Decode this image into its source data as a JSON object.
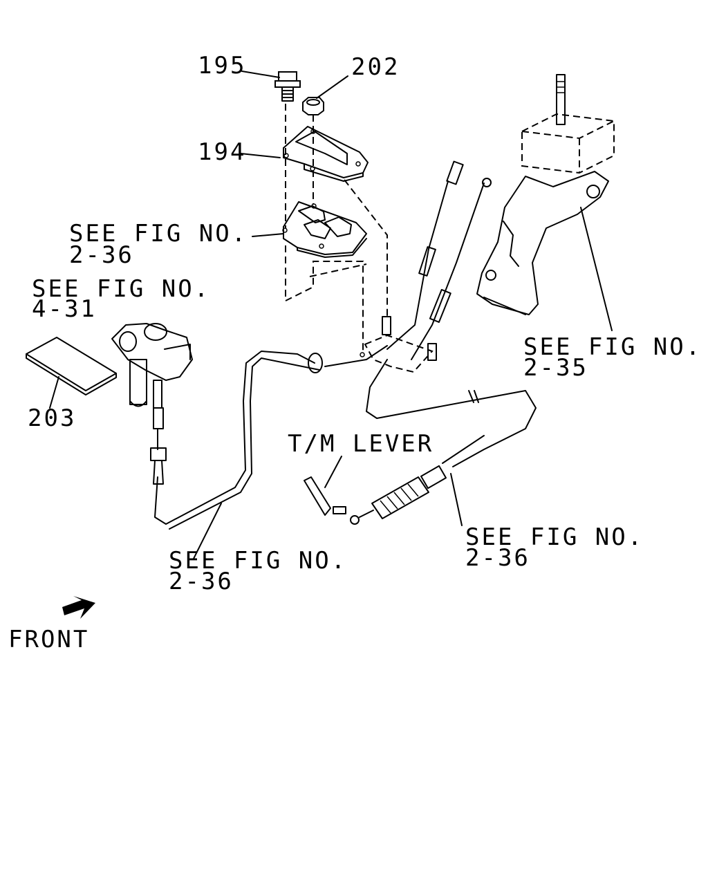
{
  "callouts": {
    "c195": "195",
    "c202": "202",
    "c194": "194",
    "c203": "203"
  },
  "references": {
    "ref_2_36_top": {
      "line1": "SEE FIG NO.",
      "line2": "2-36"
    },
    "ref_4_31": {
      "line1": "SEE FIG NO.",
      "line2": "4-31"
    },
    "ref_2_35": {
      "line1": "SEE FIG NO.",
      "line2": "2-35"
    },
    "ref_2_36_right": {
      "line1": "SEE FIG NO.",
      "line2": "2-36"
    },
    "ref_2_36_bottom": {
      "line1": "SEE FIG NO.",
      "line2": "2-36"
    }
  },
  "tm_lever": "T/M LEVER",
  "front": "FRONT"
}
